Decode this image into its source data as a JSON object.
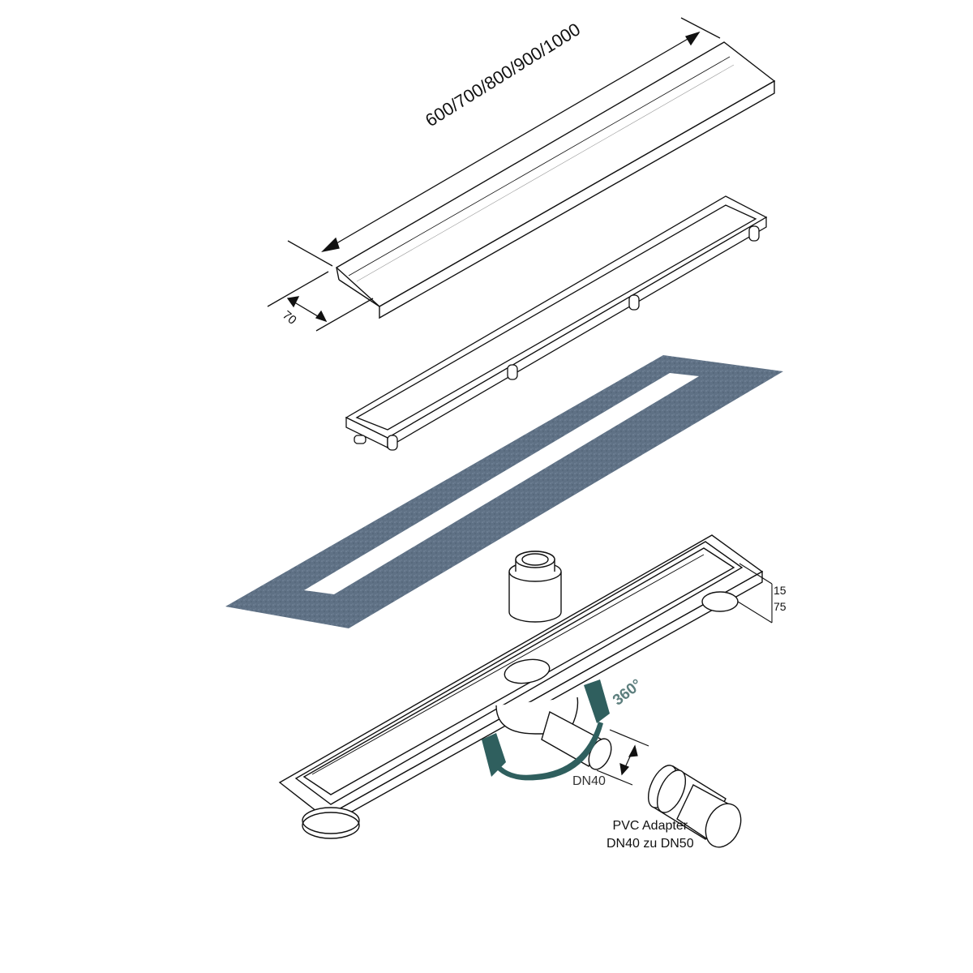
{
  "diagram": {
    "type": "exploded technical drawing",
    "subject": "linear shower drain assembly",
    "components": [
      {
        "id": "grate_cover",
        "name": "Drain cover grate"
      },
      {
        "id": "frame",
        "name": "Grate frame with support feet"
      },
      {
        "id": "gasket",
        "name": "Sealing membrane / waterproof collar"
      },
      {
        "id": "channel",
        "name": "Drain channel body with adjustable feet"
      },
      {
        "id": "odor_trap",
        "name": "Odor trap insert"
      },
      {
        "id": "outlet",
        "name": "Rotatable side outlet"
      },
      {
        "id": "adapter",
        "name": "PVC adapter"
      }
    ],
    "colors": {
      "line": "#111111",
      "gasket_fill": "#5f7185",
      "rotation_arrow": "#2f5f5e",
      "rotation_text": "#5d7f7e",
      "background": "#ffffff"
    }
  },
  "labels": {
    "length": "600/700/800/900/1000",
    "width": "70",
    "height_top": "15",
    "height_bottom": "75",
    "rotation": "360°",
    "outlet_size": "DN40",
    "adapter_line1": "PVC Adapter",
    "adapter_line2": "DN40 zu DN50"
  }
}
